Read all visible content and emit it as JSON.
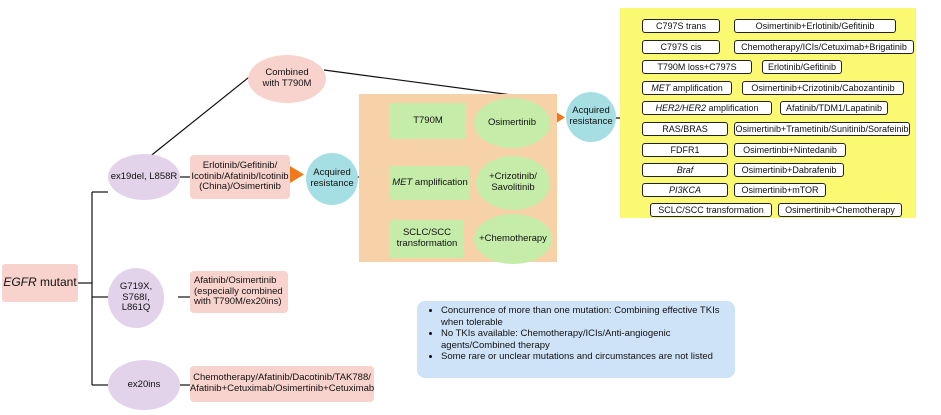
{
  "root": {
    "label_italic": "EGFR",
    "label_rest": " mutant"
  },
  "mutations": [
    {
      "label": "ex19del, L858R"
    },
    {
      "label": "G719X, S768I, L861Q"
    },
    {
      "label": "ex20ins"
    }
  ],
  "combined_t790m": {
    "label": "Combined with T790M"
  },
  "treatments": {
    "ex19del": "Erlotinib/Gefitinib/ Icotinib/Afatinib/Icotinib (China)/Osimertinib",
    "g719x": "Afatinib/Osimertinib (especially combined with T790M/ex20ins)",
    "ex20ins": "Chemotherapy/Afatinib/Dacotinib/TAK788/ Afatinib+Cetuximab/Osimertinib+Cetuximab"
  },
  "acquired_resistance_1": {
    "label": "Acquired resistance"
  },
  "acquired_resistance_2": {
    "label": "Acquired resistance"
  },
  "orange_panel": {
    "rows": [
      {
        "mechanism": "T790M",
        "treatment": "Osimertinib"
      },
      {
        "mechanism_italic": "MET",
        "mechanism_rest": " amplification",
        "treatment": "+Crizotinib/ Savolitinib"
      },
      {
        "mechanism": "SCLC/SCC transformation",
        "treatment": "+Chemotherapy"
      }
    ]
  },
  "yellow_panel": {
    "rows": [
      {
        "mechanism": "C797S trans",
        "treatment": "Osimertinib+Erlotinib/Gefitinib"
      },
      {
        "mechanism": "C797S cis",
        "treatment": "Chemotherapy/ICIs/Cetuximab+Brigatinib"
      },
      {
        "mechanism": "T790M loss+C797S",
        "treatment": "Erlotinib/Gefitinib"
      },
      {
        "mechanism_italic": "MET",
        "mechanism_rest": " amplification",
        "treatment": "Osimertinib+Crizotinib/Cabozantinib"
      },
      {
        "mechanism_italic": "HER2/HER2",
        "mechanism_rest": " amplification",
        "treatment": "Afatinib/TDM1/Lapatinib"
      },
      {
        "mechanism": "RAS/BRAS",
        "treatment": "Osimertinib+Trametinib/Sunitinib/Sorafeinib"
      },
      {
        "mechanism": "FDFR1",
        "treatment": "Osimertinbi+Nintedanib"
      },
      {
        "mechanism_italic": "Braf",
        "mechanism_rest": "",
        "treatment": "Osimertinib+Dabrafenib"
      },
      {
        "mechanism_italic": "PI3KCA",
        "mechanism_rest": "",
        "treatment": "Osimertinib+mTOR"
      },
      {
        "mechanism": "SCLC/SCC transformation",
        "treatment": "Osimertinib+Chemotherapy"
      }
    ]
  },
  "notes": [
    "Concurrence of more than one mutation: Combining effective TKIs when tolerable",
    "No TKIs available: Chemotherapy/ICIs/Anti-angiogenic agents/Combined therapy",
    "Some rare or unclear mutations and circumstances are not listed"
  ],
  "colors": {
    "pink": "#f8d3cd",
    "purple": "#e3d3ea",
    "cyan": "#a6dfe3",
    "green": "#c6ecaa",
    "orange_panel": "#f7d2a9",
    "yellow_panel": "#fbf872",
    "note_blue": "#cfe3f8",
    "arrow": "#f07a1a"
  }
}
